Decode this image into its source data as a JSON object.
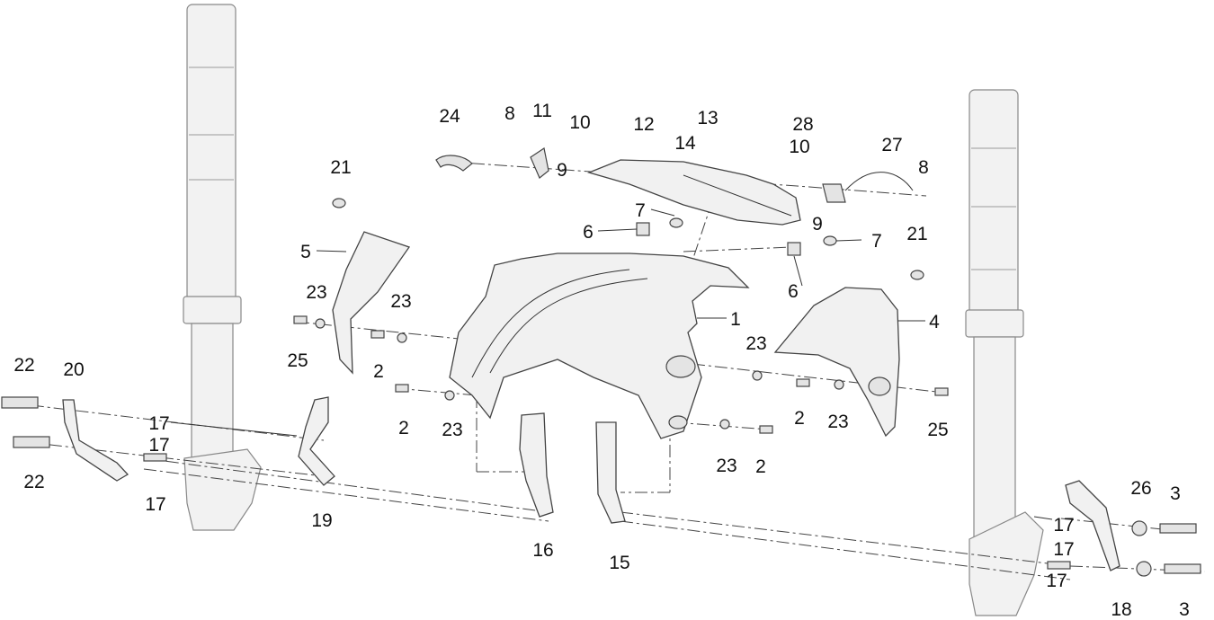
{
  "diagram": {
    "title": "Front fender exploded parts diagram",
    "labels": [
      "24",
      "8",
      "11",
      "10",
      "12",
      "13",
      "28",
      "14",
      "10",
      "27",
      "8",
      "9",
      "9",
      "21",
      "7",
      "6",
      "7",
      "21",
      "5",
      "6",
      "23",
      "23",
      "1",
      "4",
      "25",
      "2",
      "23",
      "22",
      "20",
      "2",
      "23",
      "2",
      "23",
      "25",
      "17",
      "17",
      "22",
      "17",
      "19",
      "23",
      "2",
      "16",
      "15",
      "26",
      "3",
      "17",
      "17",
      "17",
      "18",
      "3"
    ]
  }
}
